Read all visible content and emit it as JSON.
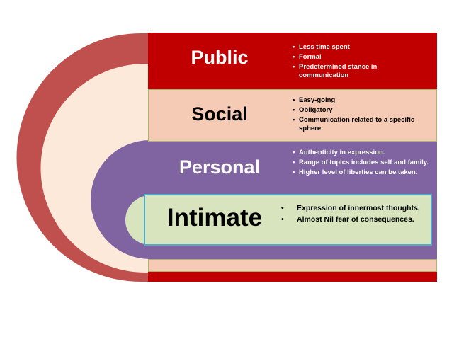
{
  "layers": [
    {
      "title": "Public",
      "points": [
        "Less time spent",
        "Formal",
        "Predetermined stance in communication"
      ]
    },
    {
      "title": "Social",
      "points": [
        "Easy-going",
        "Obligatory",
        "Communication  related to a specific sphere"
      ]
    },
    {
      "title": "Personal",
      "points": [
        "Authenticity  in expression.",
        "Range of topics includes self and family.",
        "Higher level of liberties can be taken."
      ]
    },
    {
      "title": "Intimate",
      "points": [
        "Expression of  innermost thoughts.",
        "Almost Nil fear of consequences."
      ]
    }
  ],
  "colors": {
    "public": "#C00000",
    "public_arc": "#C0504D",
    "social": "#F5CBB5",
    "social_arc": "#FDE9D9",
    "personal": "#8064A2",
    "intimate": "#D7E4BD",
    "intimate_border": "#4BACC6"
  }
}
